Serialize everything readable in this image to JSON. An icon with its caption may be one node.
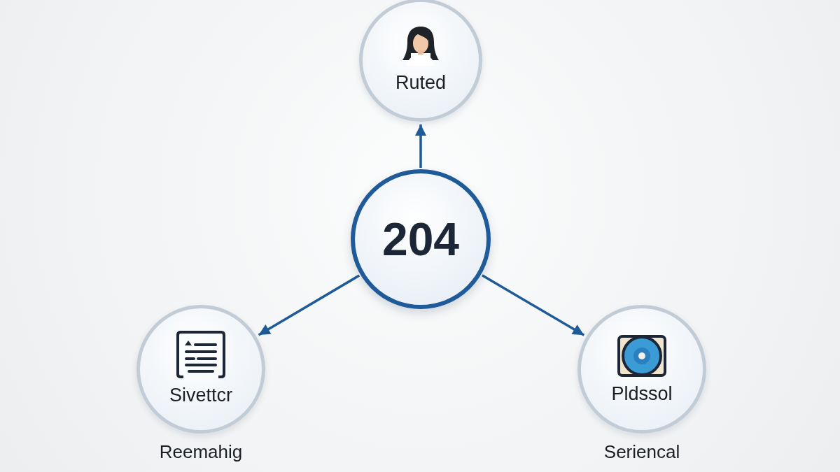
{
  "diagram": {
    "nodes": [
      {
        "text": [
          "Ruted"
        ]
      },
      {
        "text": [
          "204"
        ]
      },
      {
        "text": [
          "Sivettcr"
        ],
        "beside": [
          "Reemahig"
        ]
      },
      {
        "text": [
          "Pldssol"
        ],
        "beside": [
          "Seriencal"
        ]
      }
    ],
    "edges": [
      {
        "from": 1,
        "to": 0,
        "arrow": "to"
      },
      {
        "from": 1,
        "to": 2,
        "arrow": "to"
      },
      {
        "from": 1,
        "to": 3,
        "arrow": "to"
      }
    ]
  }
}
